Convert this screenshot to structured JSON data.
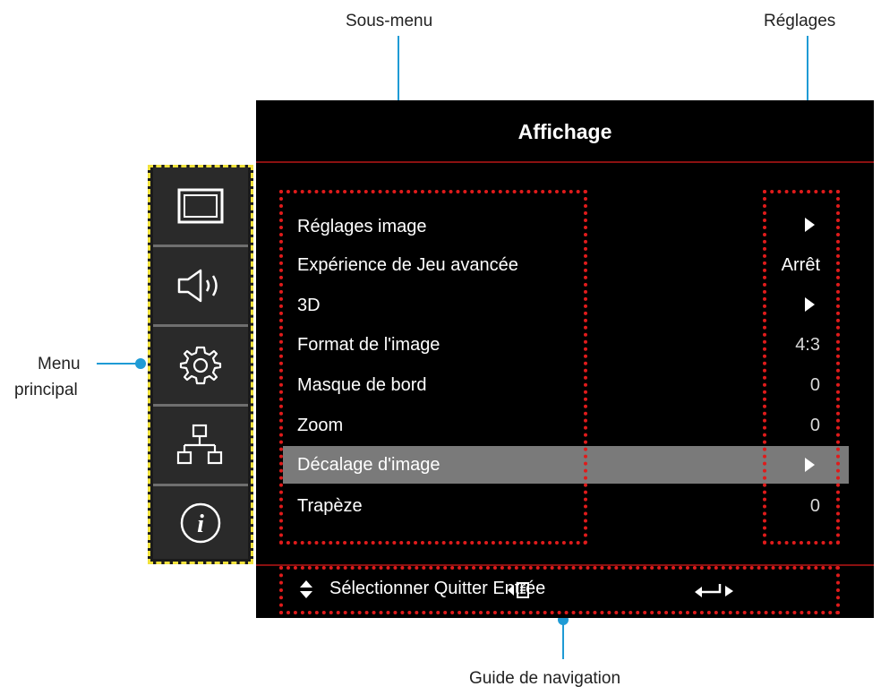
{
  "callouts": {
    "submenu": "Sous-menu",
    "settings": "Réglages",
    "main_menu_line1": "Menu",
    "main_menu_line2": "principal",
    "nav_guide": "Guide de navigation"
  },
  "osd": {
    "title": "Affichage",
    "sidebar_icons": [
      "display-icon",
      "speaker-icon",
      "gear-icon",
      "network-icon",
      "info-icon"
    ],
    "items": [
      {
        "label": "Réglages image",
        "value": "",
        "icon": "arrow-right-icon"
      },
      {
        "label": "Expérience de Jeu avancée",
        "value": "Arrêt"
      },
      {
        "label": "3D",
        "value": "",
        "icon": "arrow-right-icon"
      },
      {
        "label": "Format de l'image",
        "value": "4:3"
      },
      {
        "label": "Masque de bord",
        "value": "0"
      },
      {
        "label": "Zoom",
        "value": "0"
      },
      {
        "label": "Décalage d'image",
        "value": "",
        "icon": "arrow-right-icon",
        "selected": true
      },
      {
        "label": "Trapèze",
        "value": "0"
      }
    ],
    "nav": {
      "text": "Sélectionner Quitter Entrée",
      "icons": [
        "up-down-arrows-icon",
        "back-icon",
        "enter-icon"
      ]
    }
  },
  "colors": {
    "callout_line": "#1f9bd5",
    "dashed_red": "#e01b1b",
    "dashed_yellow": "#f1e23c",
    "highlight": "#7a7a7a"
  }
}
